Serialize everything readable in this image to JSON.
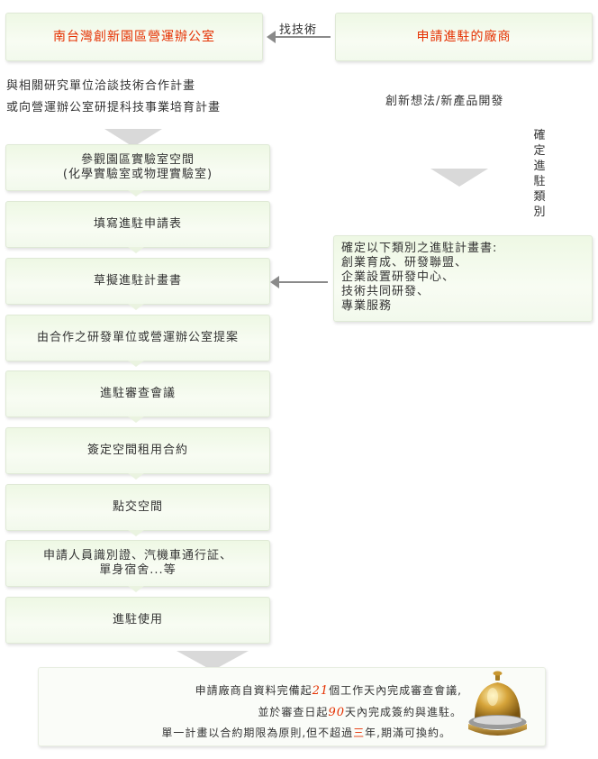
{
  "top": {
    "office": "南台灣創新園區營運辦公室",
    "connector": "找技術",
    "applicant": "申請進駐的廠商"
  },
  "left_note": [
    "與相關研究單位洽談技術合作計畫",
    "或向營運辦公室研提科技事業培育計畫"
  ],
  "right_note": "創新想法/新產品開發",
  "vertical_label": "確定進駐類別",
  "steps": [
    {
      "line1": "參觀園區實驗室空間",
      "line2": "(化學實驗室或物理實驗室)"
    },
    {
      "line1": "填寫進駐申請表",
      "line2": ""
    },
    {
      "line1": "草擬進駐計畫書",
      "line2": ""
    },
    {
      "line1": "由合作之研發單位或營運辦公室提案",
      "line2": ""
    },
    {
      "line1": "進駐審查會議",
      "line2": ""
    },
    {
      "line1": "簽定空間租用合約",
      "line2": ""
    },
    {
      "line1": "點交空間",
      "line2": ""
    },
    {
      "line1": "申請人員識別證、汽機車通行証、",
      "line2": "單身宿舍...等"
    },
    {
      "line1": "進駐使用",
      "line2": ""
    }
  ],
  "category_box": {
    "title": "確定以下類別之進駐計畫書:",
    "items": [
      "創業育成、研發聯盟、",
      "企業設置研發中心、",
      "技術共同研發、",
      "專業服務"
    ]
  },
  "bottom": {
    "line1_pre": "申請廠商自資料完備起",
    "line1_num": "21",
    "line1_post": "個工作天內完成審查會議,",
    "line2_pre": "並於審查日起",
    "line2_num": "90",
    "line2_post": "天內完成簽約與進駐。",
    "line3_pre": "單一計畫以合約期限為原則,但不超過",
    "line3_hl": "三",
    "line3_post": "年,期滿可換約。"
  },
  "icons": [
    "service-bell-icon"
  ],
  "colors": {
    "accent_red": "#e53000",
    "box_green": "#eef8e4",
    "arrow_gray": "#8a8a8a"
  }
}
